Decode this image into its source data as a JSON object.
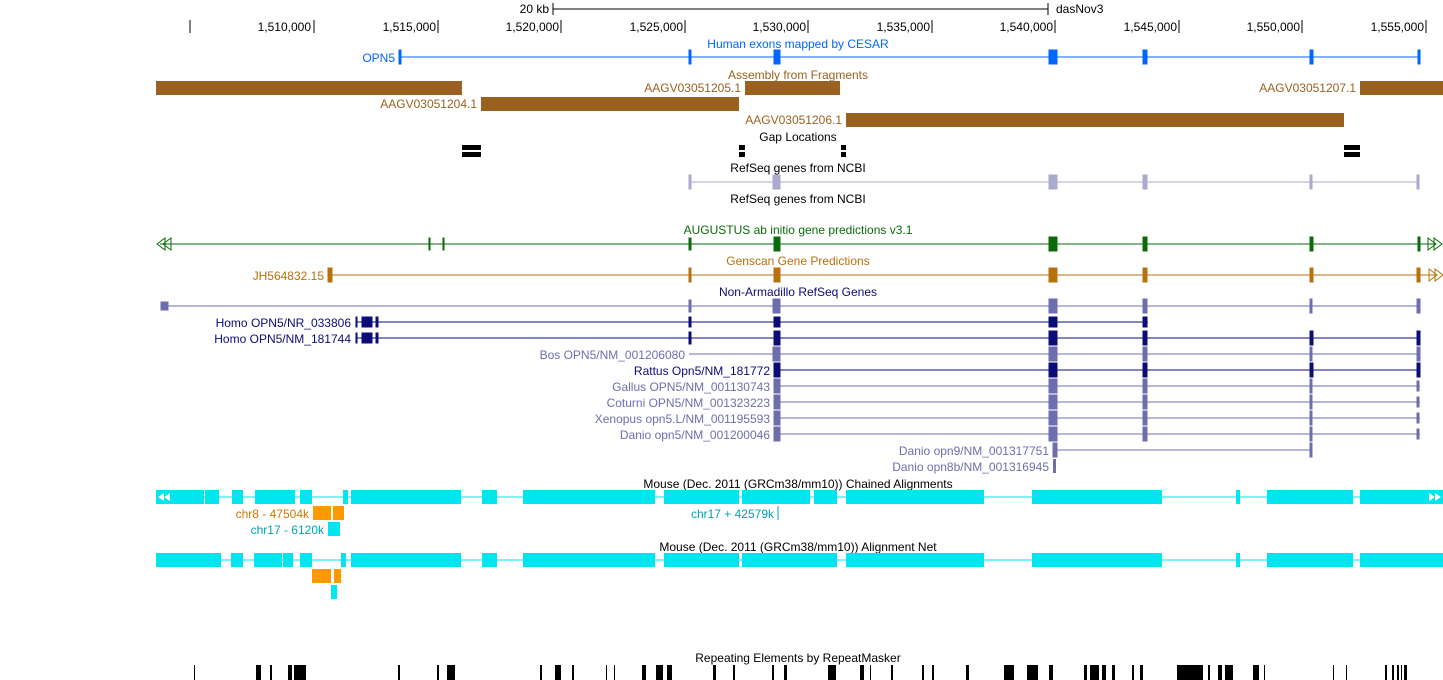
{
  "ruler": {
    "scale_label": "20 kb",
    "assembly": "dasNov3",
    "ticks": [
      "1,510,000",
      "1,515,000",
      "1,520,000",
      "1,525,000",
      "1,530,000",
      "1,535,000",
      "1,540,000",
      "1,545,000",
      "1,550,000",
      "1,555,000"
    ]
  },
  "tracks": {
    "cesar": {
      "title": "Human exons mapped by CESAR",
      "gene": "OPN5"
    },
    "fragments": {
      "title": "Assembly from Fragments",
      "labels": [
        "AAGV03051205.1",
        "AAGV03051207.1",
        "AAGV03051204.1",
        "AAGV03051206.1"
      ]
    },
    "gaps": {
      "title": "Gap Locations"
    },
    "refseq1": {
      "title": "RefSeq genes from NCBI"
    },
    "refseq2": {
      "title": "RefSeq genes from NCBI"
    },
    "augustus": {
      "title": "AUGUSTUS ab initio gene predictions v3.1"
    },
    "genscan": {
      "title": "Genscan Gene Predictions",
      "gene": "JH564832.15"
    },
    "xeno": {
      "title": "Non-Armadillo RefSeq Genes",
      "genes": [
        "Homo OPN5/NR_033806",
        "Homo OPN5/NM_181744",
        "Bos OPN5/NM_001206080",
        "Rattus Opn5/NM_181772",
        "Gallus OPN5/NM_001130743",
        "Coturni OPN5/NM_001323223",
        "Xenopus opn5.L/NM_001195593",
        "Danio opn5/NM_001200046",
        "Danio opn9/NM_001317751",
        "Danio opn8b/NM_001316945"
      ]
    },
    "chain": {
      "title": "Mouse (Dec. 2011 (GRCm38/mm10)) Chained Alignments",
      "labels": [
        "chr8 - 47504k",
        "chr17 + 42579k",
        "chr17 - 6120k"
      ]
    },
    "net": {
      "title": "Mouse (Dec. 2011 (GRCm38/mm10)) Alignment Net"
    },
    "rmsk": {
      "title": "Repeating Elements by RepeatMasker"
    }
  },
  "colors": {
    "cesar": "#0066ff",
    "assembly": "#9b6120",
    "refseq": "#aaaacc",
    "augustus": "#0b6b0b",
    "genscan": "#b8700d",
    "xeno_dark": "#0c0c78",
    "xeno_light": "#6e6eae",
    "chain": "#00e5ee",
    "chain_text": "#00a3b3",
    "chr8": "#ff9900",
    "chr8_text": "#cc7700"
  }
}
